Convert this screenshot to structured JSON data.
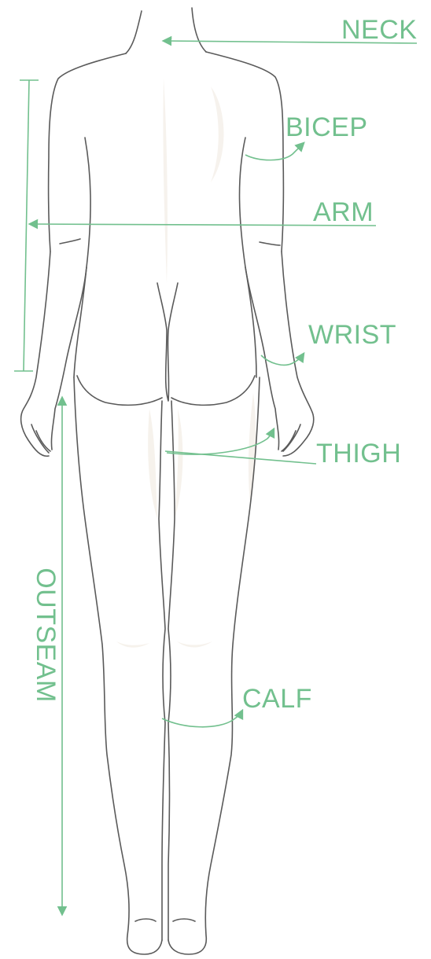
{
  "accent_color": "#72c08e",
  "outline_color": "#5a5a5a",
  "labels": {
    "neck": "NECK",
    "bicep": "BICEP",
    "arm": "ARM",
    "wrist": "WRIST",
    "thigh": "THIGH",
    "calf": "CALF",
    "outseam": "OUTSEAM"
  }
}
